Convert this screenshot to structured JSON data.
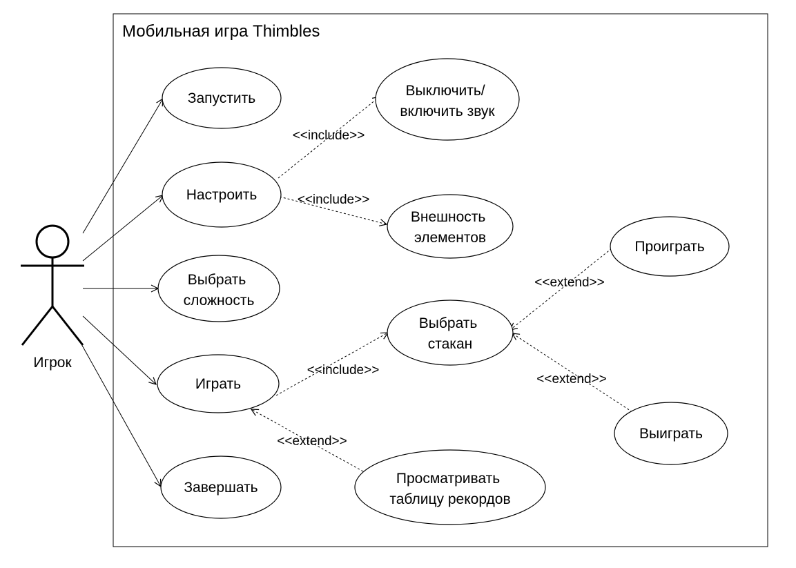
{
  "diagram": {
    "system_title": "Мобильная игра Thimbles",
    "actor": {
      "label": "Игрок",
      "icon": "stick-figure-actor-icon"
    },
    "use_cases": {
      "launch": [
        "Запустить"
      ],
      "configure": [
        "Настроить"
      ],
      "choose_difficulty": [
        "Выбрать",
        "сложность"
      ],
      "play": [
        "Играть"
      ],
      "finish": [
        "Завершать"
      ],
      "toggle_sound": [
        "Выключить/",
        "включить звук"
      ],
      "appearance": [
        "Внешность",
        "элементов"
      ],
      "choose_cup": [
        "Выбрать",
        "стакан"
      ],
      "lose": [
        "Проиграть"
      ],
      "win": [
        "Выиграть"
      ],
      "leaderboard": [
        "Просматривать",
        "таблицу рекордов"
      ]
    },
    "relations": {
      "include_sound": "<<include>>",
      "include_appearance": "<<include>>",
      "include_cup": "<<include>>",
      "extend_lose": "<<extend>>",
      "extend_win": "<<extend>>",
      "extend_leaderboard": "<<extend>>"
    },
    "colors": {
      "line": "#000000",
      "background": "#ffffff"
    }
  }
}
